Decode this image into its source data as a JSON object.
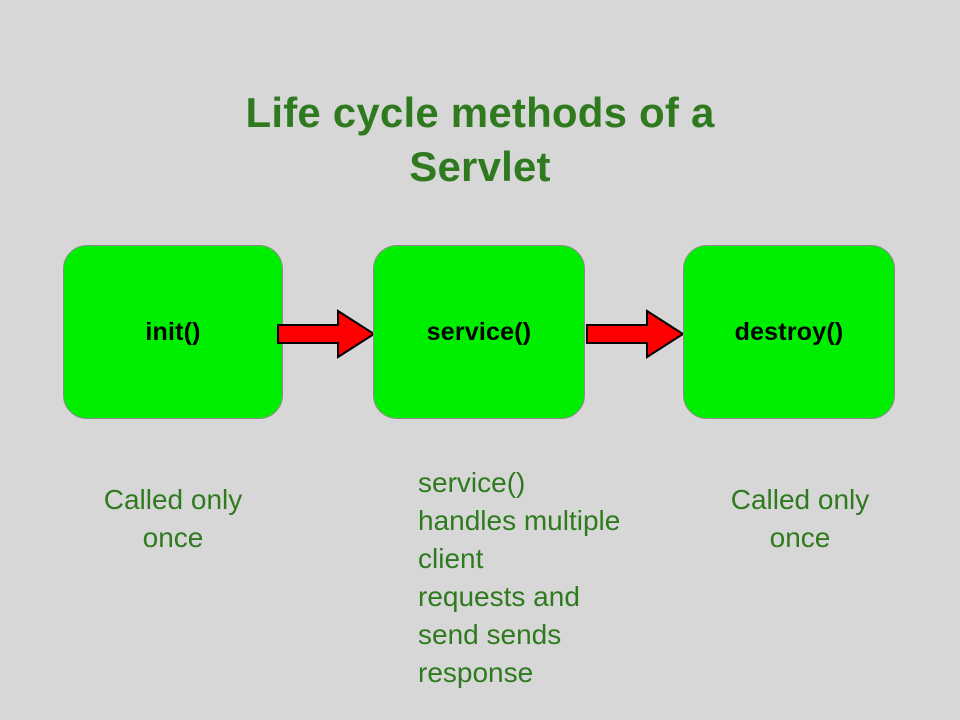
{
  "slide": {
    "background_color": "#d7d7d7",
    "title": "Life cycle methods of a\nServlet",
    "title_color": "#2f7a1f"
  },
  "diagram": {
    "type": "flow",
    "box_fill_color": "#00ee00",
    "box_border_color": "#8c8c8c",
    "box_label_color": "#000000",
    "arrow_color": "#ff0000",
    "arrow_outline_color": "#000000",
    "nodes": [
      {
        "id": "init",
        "label": "init()",
        "caption": "Called only\nonce",
        "caption_align": "center"
      },
      {
        "id": "service",
        "label": "service()",
        "caption": "service()\nhandles multiple\nclient\nrequests and\nsend sends\nresponse",
        "caption_align": "left"
      },
      {
        "id": "destroy",
        "label": "destroy()",
        "caption": "Called only\nonce",
        "caption_align": "center"
      }
    ],
    "edges": [
      {
        "id": "init-service",
        "from": "init",
        "to": "service",
        "style": "block-arrow-right"
      },
      {
        "id": "service-destroy",
        "from": "service",
        "to": "destroy",
        "style": "block-arrow-right"
      }
    ],
    "caption_color": "#2f7a1f"
  }
}
